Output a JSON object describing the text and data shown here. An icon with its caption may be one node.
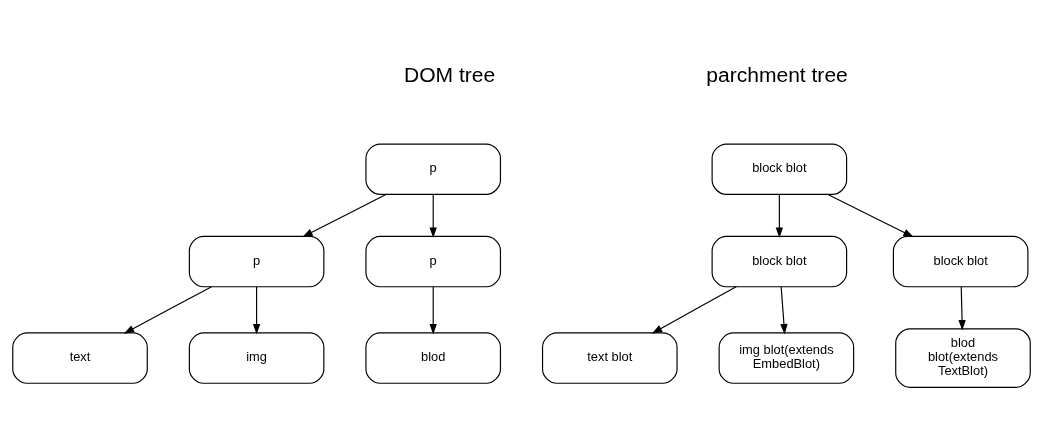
{
  "diagram": {
    "nodes": [
      {
        "text": [
          "p"
        ]
      },
      {
        "text": [
          "p"
        ]
      },
      {
        "text": [
          "p"
        ]
      },
      {
        "text": [
          "text"
        ]
      },
      {
        "text": [
          "img"
        ]
      },
      {
        "text": [
          "blod"
        ]
      },
      {
        "text": [
          "block blot"
        ]
      },
      {
        "text": [
          "block blot"
        ]
      },
      {
        "text": [
          "block blot"
        ]
      },
      {
        "text": [
          "text blot"
        ]
      },
      {
        "text": [
          "img blot(extends EmbedBlot)"
        ]
      },
      {
        "text": [
          "blod blot(extends TextBlot)"
        ]
      }
    ],
    "edges": [
      {
        "from": 0,
        "to": 1,
        "arrow": "to"
      },
      {
        "from": 0,
        "to": 2,
        "arrow": "to"
      },
      {
        "from": 1,
        "to": 3,
        "arrow": "to"
      },
      {
        "from": 1,
        "to": 4,
        "arrow": "to"
      },
      {
        "from": 2,
        "to": 5,
        "arrow": "to"
      },
      {
        "from": 6,
        "to": 7,
        "arrow": "to"
      },
      {
        "from": 6,
        "to": 8,
        "arrow": "to"
      },
      {
        "from": 7,
        "to": 9,
        "arrow": "to"
      },
      {
        "from": 7,
        "to": 10,
        "arrow": "to"
      },
      {
        "from": 8,
        "to": 11,
        "arrow": "to"
      }
    ],
    "labels": [
      "DOM tree",
      "parchment tree"
    ]
  }
}
